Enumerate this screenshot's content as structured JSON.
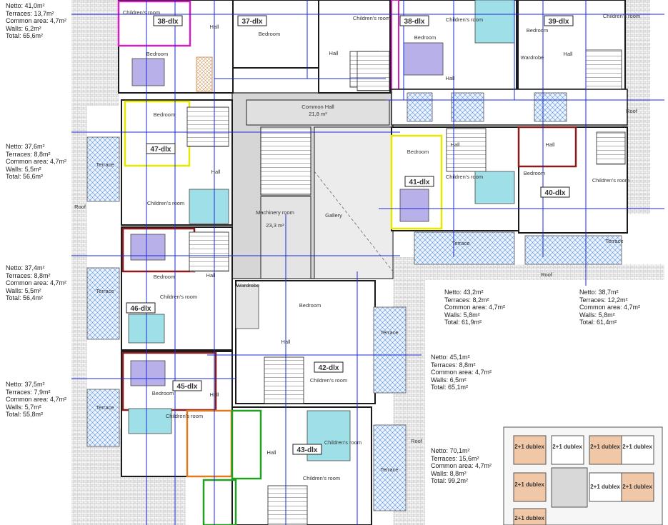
{
  "labels": {
    "roof": "Roof",
    "common_hall": "Common Hall",
    "common_hall_area": "21,8 m²",
    "machinery_room": "Machinery room",
    "machinery_area": "23,3 m²",
    "gallery": "Gallery"
  },
  "apartments": [
    {
      "id": "38-dlx",
      "tag": "38-dlx"
    },
    {
      "id": "37-dlx",
      "tag": "37-dlx"
    },
    {
      "id": "38-dlx-b",
      "tag": "38-dlx"
    },
    {
      "id": "39-dlx",
      "tag": "39-dlx"
    },
    {
      "id": "47-dlx",
      "tag": "47-dlx"
    },
    {
      "id": "41-dlx",
      "tag": "41-dlx"
    },
    {
      "id": "40-dlx",
      "tag": "40-dlx"
    },
    {
      "id": "46-dlx",
      "tag": "46-dlx"
    },
    {
      "id": "42-dlx",
      "tag": "42-dlx"
    },
    {
      "id": "45-dlx",
      "tag": "45-dlx"
    },
    {
      "id": "43-dlx",
      "tag": "43-dlx"
    }
  ],
  "rooms": {
    "bedroom": "Bedroom",
    "childrens_room": "Children's room",
    "hall": "Hall",
    "terrace": "Terrace",
    "wardrobe": "Wardrobe"
  },
  "stats": [
    {
      "id": "s1",
      "lines": [
        "Netto: 41,0m²",
        "Terraces: 13,7m²",
        "Common area: 4,7m²",
        "Walls: 6,2m²",
        "Total: 65,6m²"
      ]
    },
    {
      "id": "s2",
      "lines": [
        "Netto: 37,6m²",
        "Terraces: 8,8m²",
        "Common area: 4,7m²",
        "Walls: 5,5m²",
        "Total: 56,6m²"
      ]
    },
    {
      "id": "s3",
      "lines": [
        "Netto: 37,4m²",
        "Terraces: 8,8m²",
        "Common area: 4,7m²",
        "Walls: 5,5m²",
        "Total: 56,4m²"
      ]
    },
    {
      "id": "s4",
      "lines": [
        "Netto: 37,5m²",
        "Terraces: 7,9m²",
        "Common area: 4,7m²",
        "Walls: 5,7m²",
        "Total: 55,8m²"
      ]
    },
    {
      "id": "s5",
      "lines": [
        "Netto: 43,2m²",
        "Terraces: 8,2m²",
        "Common area: 4,7m²",
        "Walls: 5,8m²",
        "Total: 61,9m²"
      ]
    },
    {
      "id": "s6",
      "lines": [
        "Netto: 38,7m²",
        "Terraces: 12,2m²",
        "Common area: 4,7m²",
        "Walls: 5,8m²",
        "Total: 61,4m²"
      ]
    },
    {
      "id": "s7",
      "lines": [
        "Netto: 45,1m²",
        "Terraces: 8,8m²",
        "Common area: 4,7m²",
        "Walls: 6,5m²",
        "Total: 65,1m²"
      ]
    },
    {
      "id": "s8",
      "lines": [
        "Netto: 70,1m²",
        "Terraces: 15,6m²",
        "Common area: 4,7m²",
        "Walls: 8,8m²",
        "Total: 99,2m²"
      ]
    }
  ],
  "keyplan": {
    "cells": [
      "2+1 dublex",
      "2+1 dublex",
      "2+1 dublex",
      "2+1 dublex",
      "2+1 dublex",
      "2+1 dublex",
      "2+1 dublex",
      "2+1 dublex"
    ]
  },
  "colors": {
    "wall": "#1a1a1a",
    "apt_red": "#8b1a1a",
    "apt_magenta": "#d020c0",
    "apt_yellow": "#e6e600",
    "apt_orange": "#e07a20",
    "apt_green": "#20a020",
    "dimension_blue": "#1a2ad8",
    "bed": "#b8b0e8",
    "bath": "#9fe0e8",
    "terrace_hatch": "#6a9fe0",
    "roof_hatch": "#bdbdbd",
    "common_gray": "#d4d4d4",
    "keyplan_tan": "#f0c8a8"
  }
}
